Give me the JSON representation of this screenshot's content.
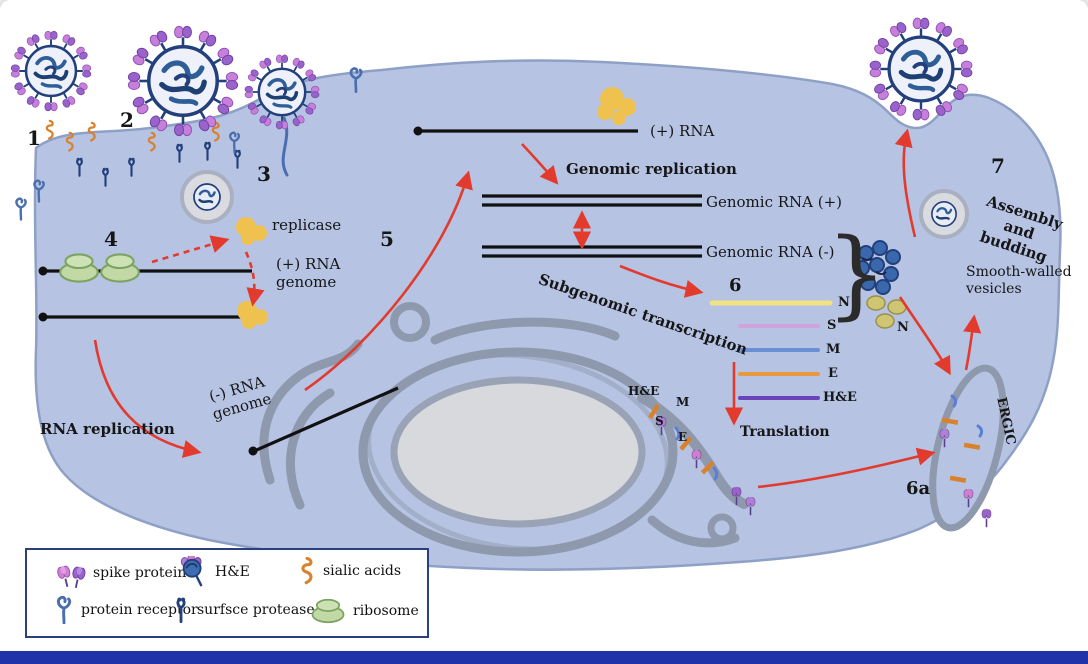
{
  "colors": {
    "cell_fill": "#b6c3e3",
    "cell_border": "#8fa0c6",
    "organelle_stroke": "#8f99ad",
    "vacuole_fill": "#d8d9dd",
    "rna_black": "#111111",
    "arrow_red": "#e23b2e",
    "replicase_yellow": "#efc24f",
    "ribosome_green": "#c2d9a6",
    "virus_navy": "#23407c",
    "spike_pink": "#c77fd9",
    "spike_violet": "#9a63cc",
    "sialic_orange": "#d9822b",
    "receptor_blue": "#4a6fae",
    "vesicle_olive": "#cfc573",
    "bottom_bar": "#2133a8",
    "legend_border": "#2a3f7e"
  },
  "steps": {
    "n1": "1",
    "n2": "2",
    "n3": "3",
    "n4": "4",
    "n5": "5",
    "n6": "6",
    "n6a": "6a",
    "n7": "7"
  },
  "labels": {
    "replicase": "replicase",
    "plus_rna_genome_l1": "(+) RNA",
    "plus_rna_genome_l2": "genome",
    "minus_rna_genome_l1": "(-) RNA",
    "minus_rna_genome_l2": "genome",
    "rna_replication": "RNA replication",
    "plus_rna": "(+) RNA",
    "genomic_replication": "Genomic replication",
    "genomic_rna_plus": "Genomic RNA (+)",
    "genomic_rna_minus": "Genomic RNA (-)",
    "subgenomic_transcription": "Subgenomic transcription",
    "translation": "Translation",
    "assembly_l1": "Assembly and",
    "assembly_l2": "budding",
    "smooth_l1": "Smooth-walled",
    "smooth_l2": "vesicles",
    "ergic": "ERGIC",
    "n_vesicles": "N",
    "brace": "}",
    "er_he": "H&E",
    "er_m": "M",
    "er_s": "S",
    "er_e": "E"
  },
  "subgenomic": [
    {
      "label": "N",
      "color": "#f2e382"
    },
    {
      "label": "S",
      "color": "#d1a3dc"
    },
    {
      "label": "M",
      "color": "#6b8fd4"
    },
    {
      "label": "E",
      "color": "#e8983f"
    },
    {
      "label": "H&E",
      "color": "#6a44b8"
    }
  ],
  "legend": {
    "items": [
      {
        "label": "spike protein"
      },
      {
        "label": "H&E"
      },
      {
        "label": "sialic acids"
      },
      {
        "label": "protein receptor"
      },
      {
        "label": "surfsce protease"
      },
      {
        "label": "ribosome"
      }
    ]
  },
  "icons": {
    "spike_protein": "spike-protein-icon",
    "he": "he-icon",
    "sialic_acid": "sialic-acid-icon",
    "protein_receptor": "protein-receptor-icon",
    "surface_protease": "surface-protease-icon",
    "ribosome": "ribosome-icon",
    "virion": "virion-icon"
  }
}
